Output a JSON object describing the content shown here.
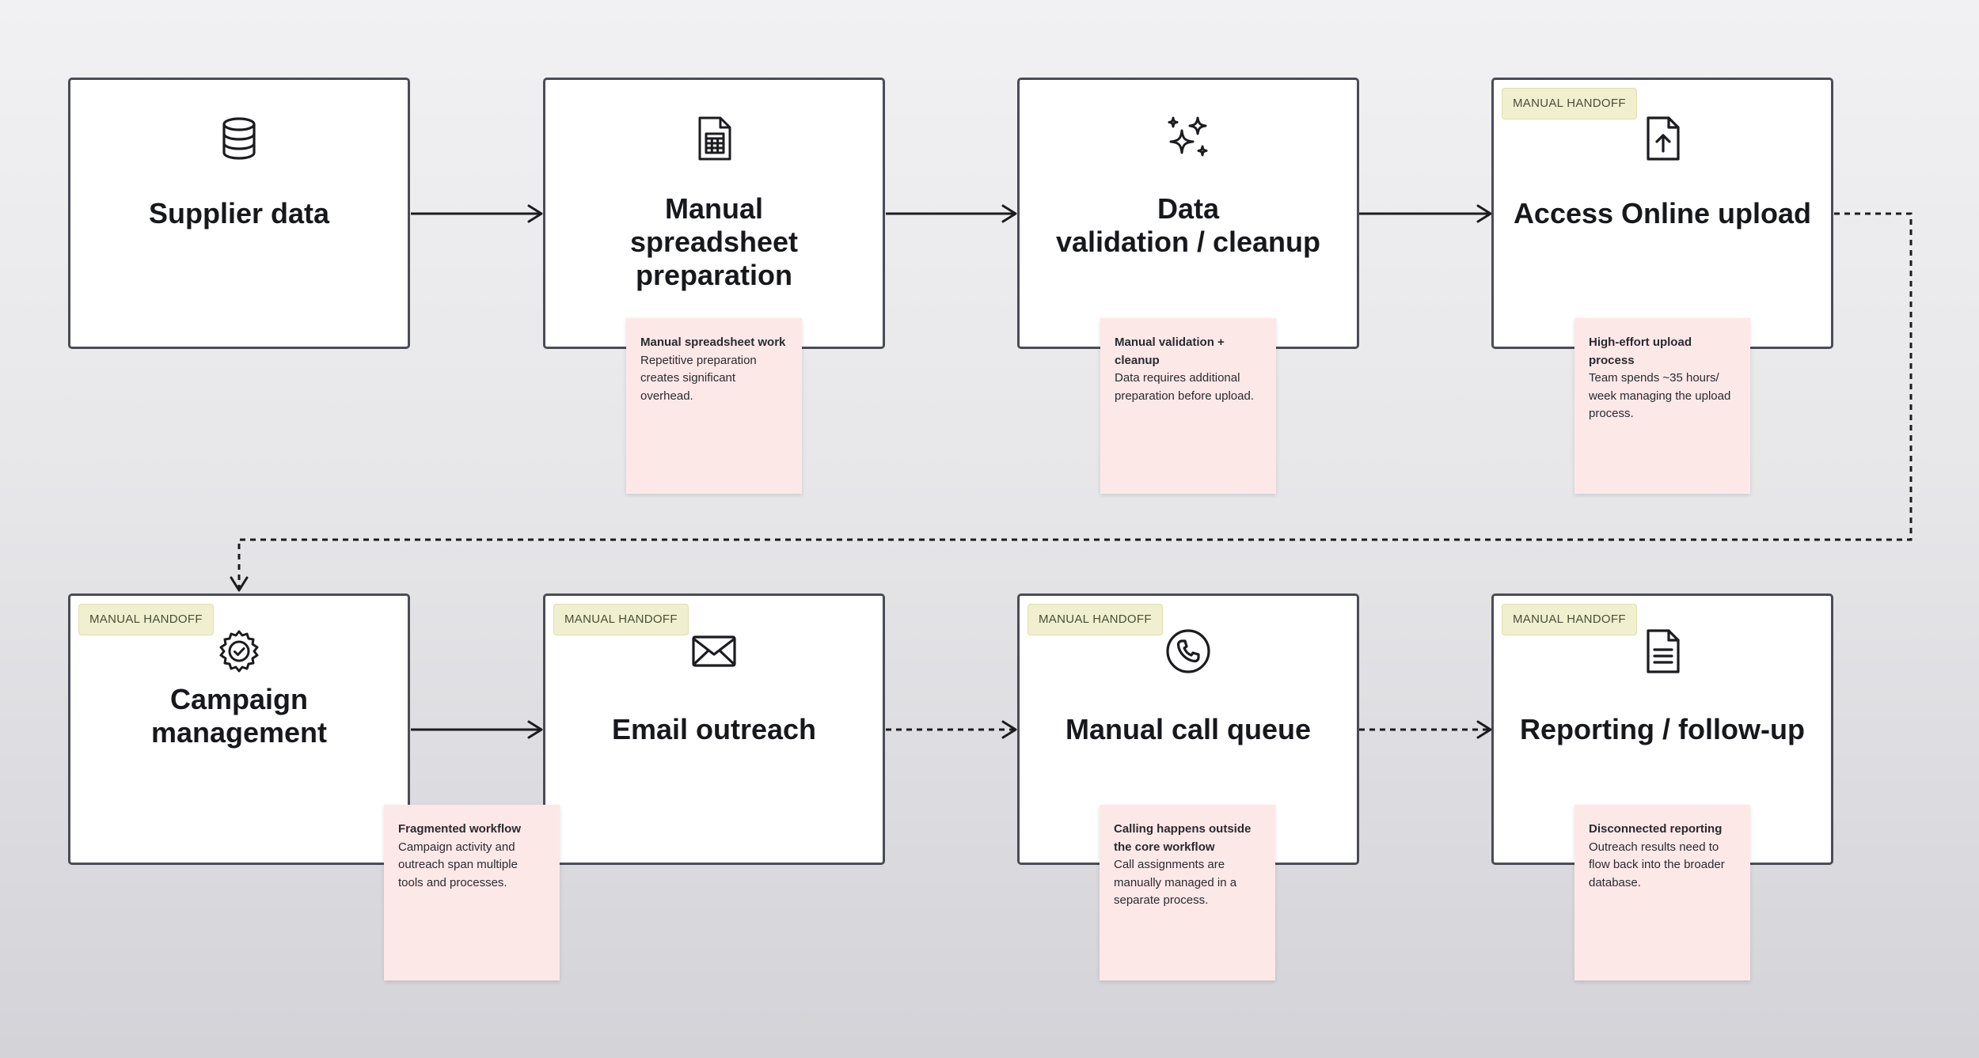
{
  "nodes": [
    {
      "title": "Supplier data",
      "icon": "database-icon"
    },
    {
      "title": "Manual\nspreadsheet\npreparation",
      "icon": "spreadsheet-file-icon"
    },
    {
      "title": "Data\nvalidation / cleanup",
      "icon": "sparkles-icon"
    },
    {
      "title": "Access Online upload",
      "icon": "file-upload-icon",
      "badge": "MANUAL HANDOFF"
    },
    {
      "title": "Campaign\nmanagement",
      "icon": "gear-check-icon",
      "badge": "MANUAL HANDOFF"
    },
    {
      "title": "Email outreach",
      "icon": "envelope-icon",
      "badge": "MANUAL HANDOFF"
    },
    {
      "title": "Manual call queue",
      "icon": "phone-icon",
      "badge": "MANUAL HANDOFF"
    },
    {
      "title": "Reporting / follow-up",
      "icon": "document-icon",
      "badge": "MANUAL HANDOFF"
    }
  ],
  "notes": [
    {
      "title": "Manual spreadsheet work",
      "body": "Repetitive preparation creates significant overhead."
    },
    {
      "title": "Manual validation + cleanup",
      "body": "Data requires additional preparation before upload."
    },
    {
      "title": "High-effort upload process",
      "body": "Team spends ~35 hours/ week managing the upload process."
    },
    {
      "title": "Fragmented workflow",
      "body": "Campaign activity and outreach span multiple tools and processes."
    },
    {
      "title": "Calling happens outside the core workflow",
      "body": "Call assignments are manually managed in a separate process."
    },
    {
      "title": "Disconnected reporting",
      "body": "Outreach results need to flow back into the broader database."
    }
  ],
  "connectors": [
    {
      "from": "Supplier data",
      "to": "Manual spreadsheet preparation",
      "style": "solid"
    },
    {
      "from": "Manual spreadsheet preparation",
      "to": "Data validation / cleanup",
      "style": "solid"
    },
    {
      "from": "Data validation / cleanup",
      "to": "Access Online upload",
      "style": "solid"
    },
    {
      "from": "Access Online upload",
      "to": "Campaign management",
      "style": "dashed"
    },
    {
      "from": "Campaign management",
      "to": "Email outreach",
      "style": "solid"
    },
    {
      "from": "Email outreach",
      "to": "Manual call queue",
      "style": "dashed"
    },
    {
      "from": "Manual call queue",
      "to": "Reporting / follow-up",
      "style": "dashed"
    }
  ],
  "colors": {
    "node_border": "#4a4c55",
    "connector": "#1c1c20",
    "badge_bg": "#f0f0d0",
    "note_bg": "#fde8e8"
  }
}
